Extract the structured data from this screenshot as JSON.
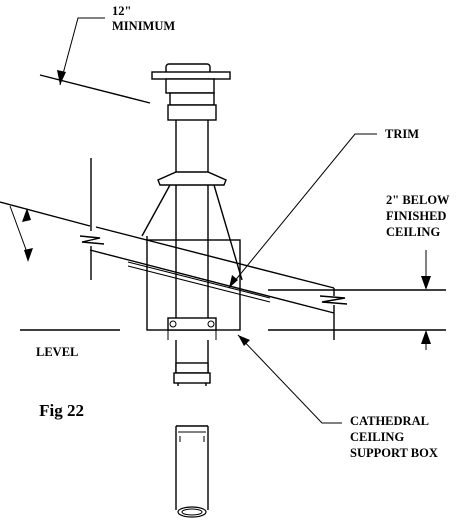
{
  "figure_label": "Fig 22",
  "labels": {
    "minimum_line1": "12\"",
    "minimum_line2": "MINIMUM",
    "trim": "TRIM",
    "below_line1": "2\" BELOW",
    "below_line2": "FINISHED",
    "below_line3": "CEILING",
    "level": "LEVEL",
    "support_line1": "CATHEDRAL",
    "support_line2": "CEILING",
    "support_line3": "SUPPORT BOX"
  }
}
